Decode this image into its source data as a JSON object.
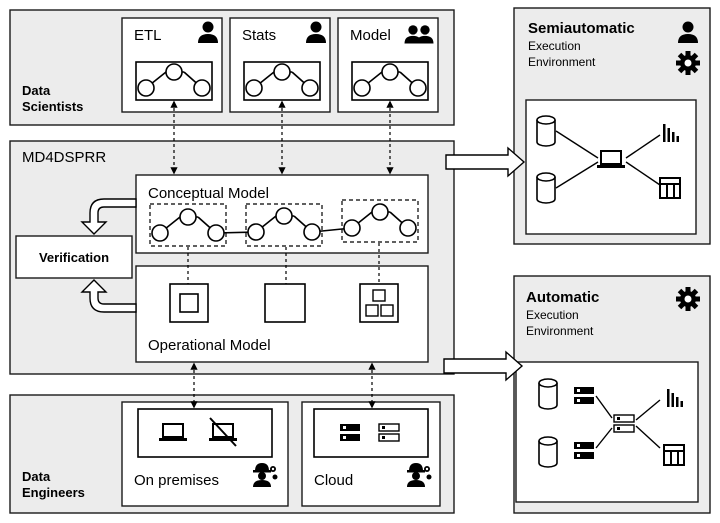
{
  "data_scientists": {
    "label_line1": "Data",
    "label_line2": "Scientists",
    "panels": [
      {
        "title": "ETL",
        "icon": "person-icon"
      },
      {
        "title": "Stats",
        "icon": "person-icon"
      },
      {
        "title": "Model",
        "icon": "people-icon"
      }
    ]
  },
  "framework": {
    "title": "MD4DSPRR",
    "conceptual_model": "Conceptual Model",
    "operational_model": "Operational Model",
    "verification": "Verification"
  },
  "data_engineers": {
    "label_line1": "Data",
    "label_line2": "Engineers",
    "on_premises": "On premises",
    "cloud": "Cloud"
  },
  "semiautomatic": {
    "title": "Semiautomatic",
    "subtitle_line1": "Execution",
    "subtitle_line2": "Environment"
  },
  "automatic": {
    "title": "Automatic",
    "subtitle_line1": "Execution",
    "subtitle_line2": "Environment"
  },
  "colors": {
    "panel_gray": "#ececec",
    "box_white": "#ffffff",
    "stroke": "#1a1a1a"
  }
}
